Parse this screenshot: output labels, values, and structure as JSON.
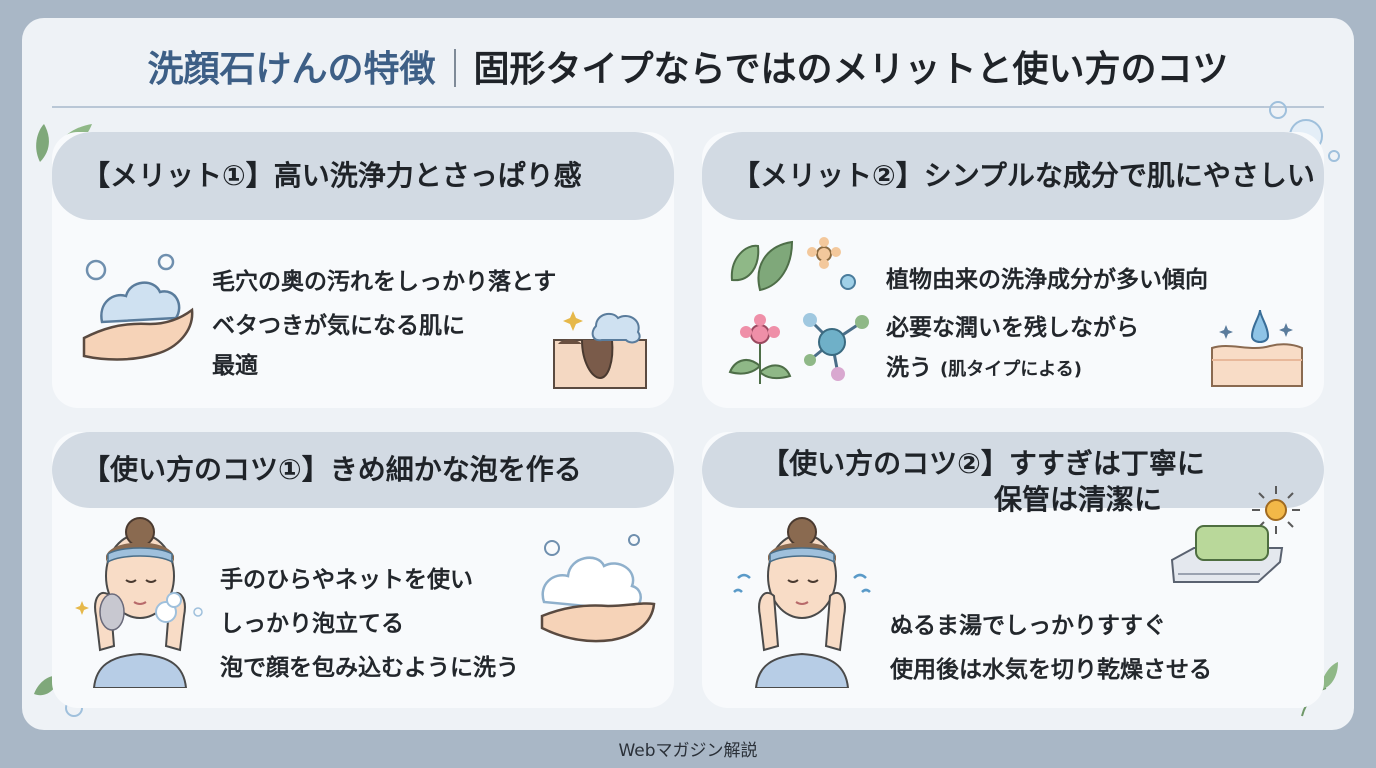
{
  "title": {
    "accent": "洗顔石けんの特徴",
    "main": "固形タイプならではのメリットと使い方のコツ"
  },
  "cards": [
    {
      "heading": "【メリット①】高い洗浄力とさっぱり感",
      "lines": [
        "毛穴の奥の汚れをしっかり落とす",
        "ベタつきが気になる肌に",
        "最適"
      ]
    },
    {
      "heading": "【メリット②】シンプルな成分で肌にやさしい",
      "lines": [
        "植物由来の洗浄成分が多い傾向",
        "必要な潤いを残しながら",
        "洗う"
      ],
      "note": "(肌タイプによる)"
    },
    {
      "heading": "【使い方のコツ①】きめ細かな泡を作る",
      "lines": [
        "手のひらやネットを使い",
        "しっかり泡立てる",
        "泡で顔を包み込むように洗う"
      ]
    },
    {
      "heading_line1": "【使い方のコツ②】すすぎは丁寧に",
      "heading_line2": "保管は清潔に",
      "lines": [
        "ぬるま湯でしっかりすすぐ",
        "使用後は水気を切り乾燥させる"
      ]
    }
  ],
  "footer": "Webマガジン解説",
  "colors": {
    "accent_title": "#3d5f86",
    "card_head": "#d2dae3",
    "background": "#a9b7c6"
  }
}
